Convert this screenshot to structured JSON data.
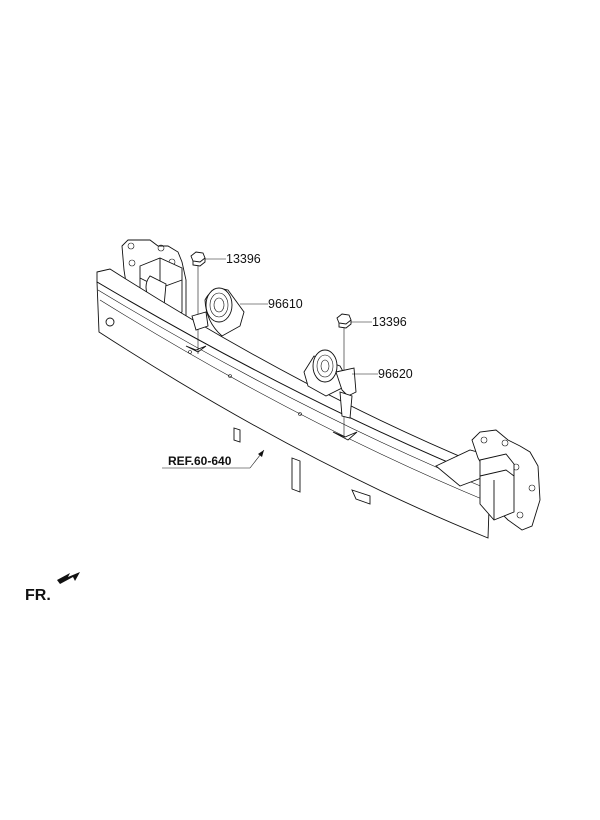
{
  "diagram": {
    "callouts": {
      "nut_upper": "13396",
      "horn_low": "96610",
      "nut_lower": "13396",
      "horn_high": "96620"
    },
    "reference": "REF.60-640",
    "direction": "FR."
  }
}
